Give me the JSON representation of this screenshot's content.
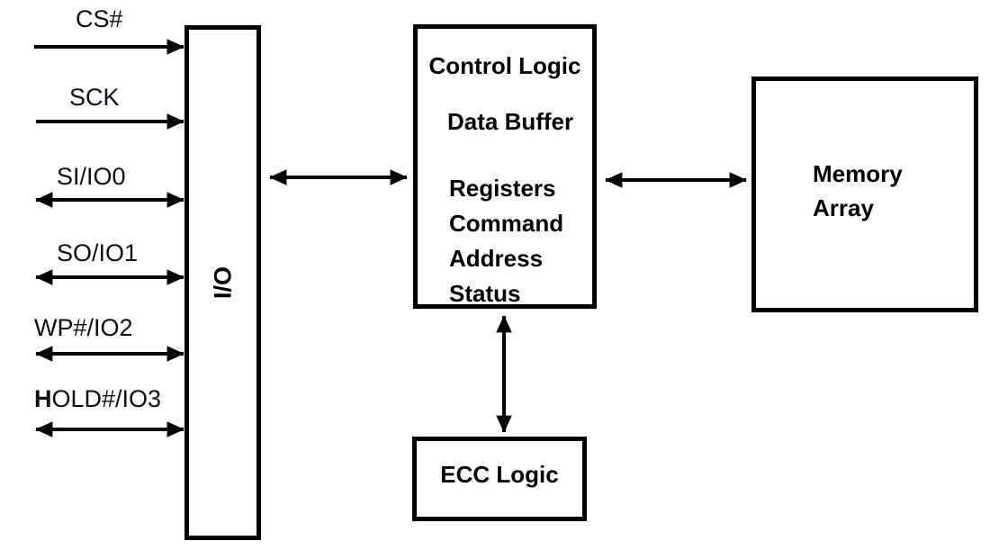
{
  "diagram": {
    "colors": {
      "line": "#000000",
      "background": "#ffffff",
      "text": "#000000"
    },
    "signals": [
      {
        "label": "CS#",
        "direction": "input"
      },
      {
        "label": "SCK",
        "direction": "input"
      },
      {
        "label": "SI/IO0",
        "direction": "bidirectional"
      },
      {
        "label": "SO/IO1",
        "direction": "bidirectional"
      },
      {
        "label": "WP#/IO2",
        "direction": "bidirectional"
      },
      {
        "label": "HOLD#/IO3",
        "direction": "bidirectional"
      }
    ],
    "blocks": {
      "io": {
        "label": "I/O"
      },
      "control": {
        "title": "Control Logic",
        "subtitle": "Data Buffer",
        "items": [
          "Registers",
          "Command",
          "Address",
          "Status"
        ]
      },
      "memory": {
        "lines": [
          "Memory",
          "Array"
        ]
      },
      "ecc": {
        "label": "ECC Logic"
      }
    }
  }
}
